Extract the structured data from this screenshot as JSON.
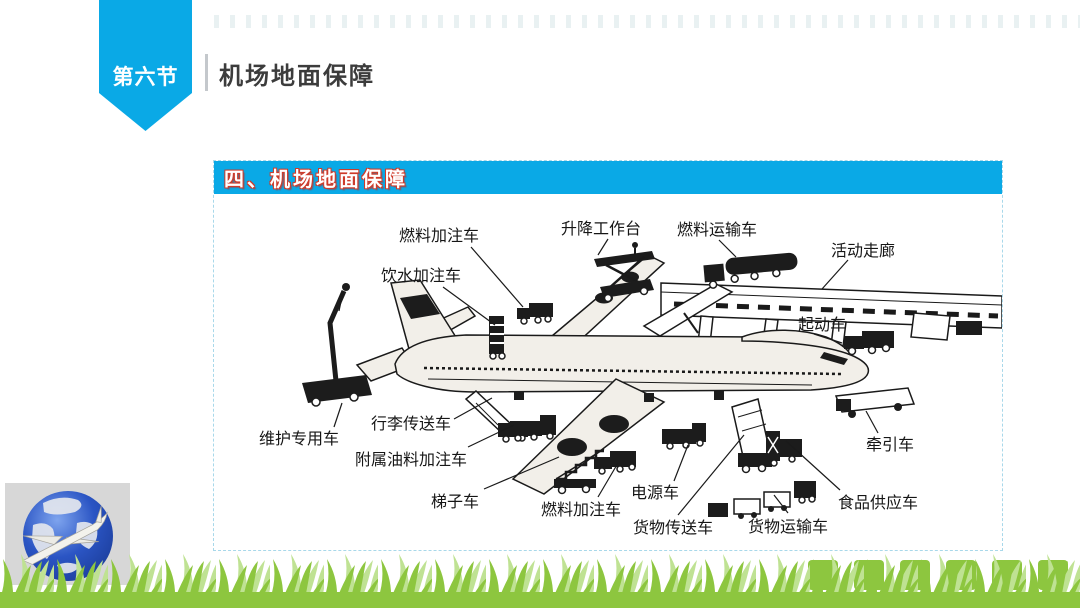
{
  "slide": {
    "section_label": "第六节",
    "title": "机场地面保障"
  },
  "panel": {
    "header": "四、机场地面保障"
  },
  "diagram": {
    "description": "airport ground support vehicles around a jumbo jet",
    "labels": {
      "fuel_truck_top": "燃料加注车",
      "water_truck": "饮水加注车",
      "lift_platform": "升降工作台",
      "fuel_transport": "燃料运输车",
      "mobile_corridor": "活动走廊",
      "starter_vehicle": "起动车",
      "maintenance_vehicle": "维护专用车",
      "baggage_conveyor": "行李传送车",
      "aux_oil_truck": "附属油料加注车",
      "ladder_vehicle": "梯子车",
      "fuel_truck_bottom": "燃料加注车",
      "power_vehicle": "电源车",
      "cargo_conveyor": "货物传送车",
      "cargo_transport": "货物运输车",
      "food_supply": "食品供应车",
      "tow_vehicle": "牵引车"
    }
  },
  "colors": {
    "accent_cyan": "#0aa9e6",
    "header_outline_red": "#cf3b2a",
    "grass_green": "#8dc63f",
    "diagram_ink": "#1a1a1a"
  }
}
